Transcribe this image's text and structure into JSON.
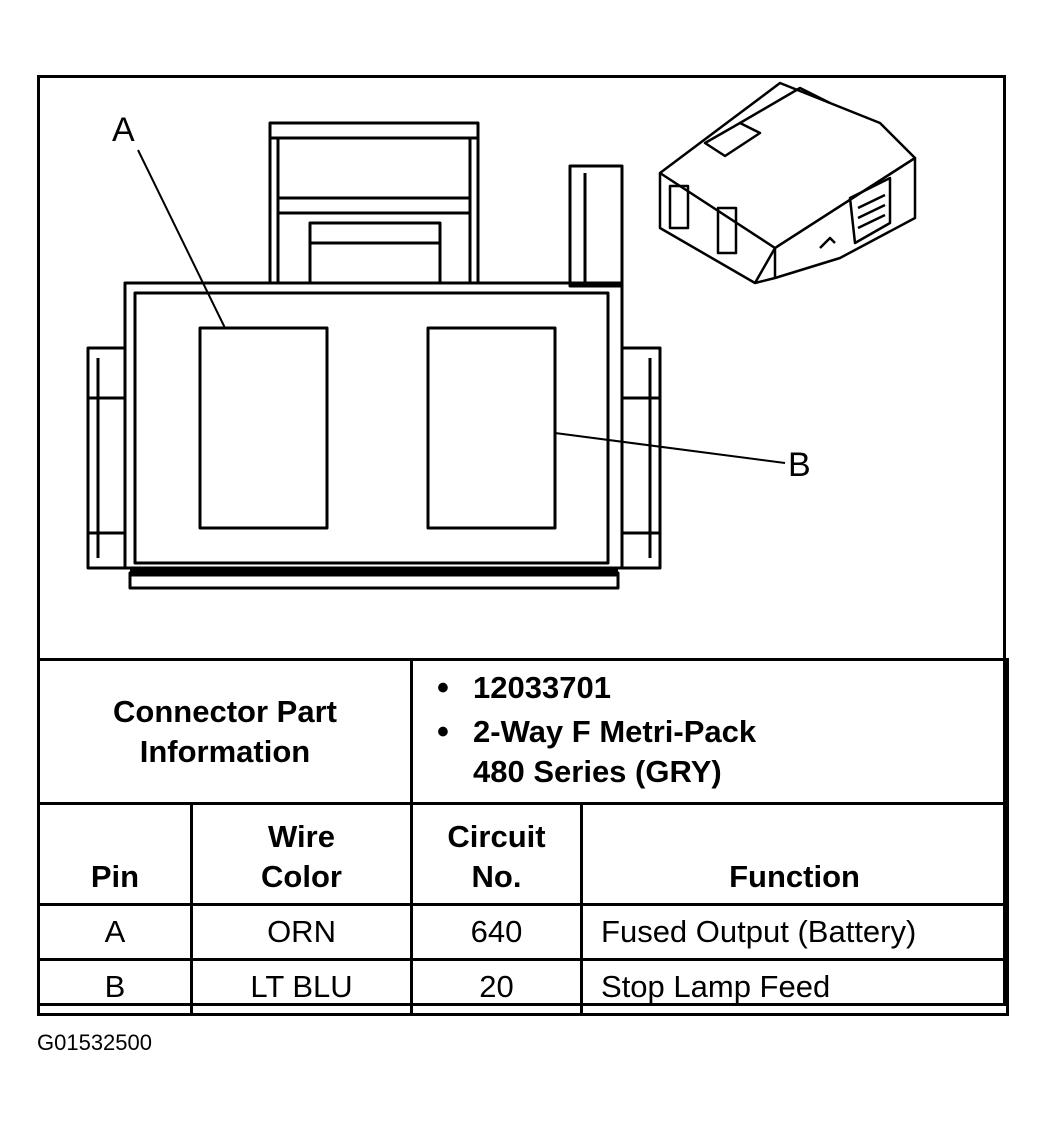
{
  "diagram": {
    "pin_labels": [
      "A",
      "B"
    ]
  },
  "connector_info": {
    "label": "Connector Part Information",
    "label_line1": "Connector Part",
    "label_line2": "Information",
    "part_number": "12033701",
    "description_line1": "2-Way F Metri-Pack",
    "description_line2": "480 Series (GRY)"
  },
  "columns": {
    "pin": "Pin",
    "wire_color_line1": "Wire",
    "wire_color_line2": "Color",
    "circuit_line1": "Circuit",
    "circuit_line2": "No.",
    "function": "Function"
  },
  "rows": [
    {
      "pin": "A",
      "wire_color": "ORN",
      "circuit": "640",
      "function": "Fused Output (Battery)"
    },
    {
      "pin": "B",
      "wire_color": "LT BLU",
      "circuit": "20",
      "function": "Stop Lamp Feed"
    }
  ],
  "figure_id": "G01532500"
}
